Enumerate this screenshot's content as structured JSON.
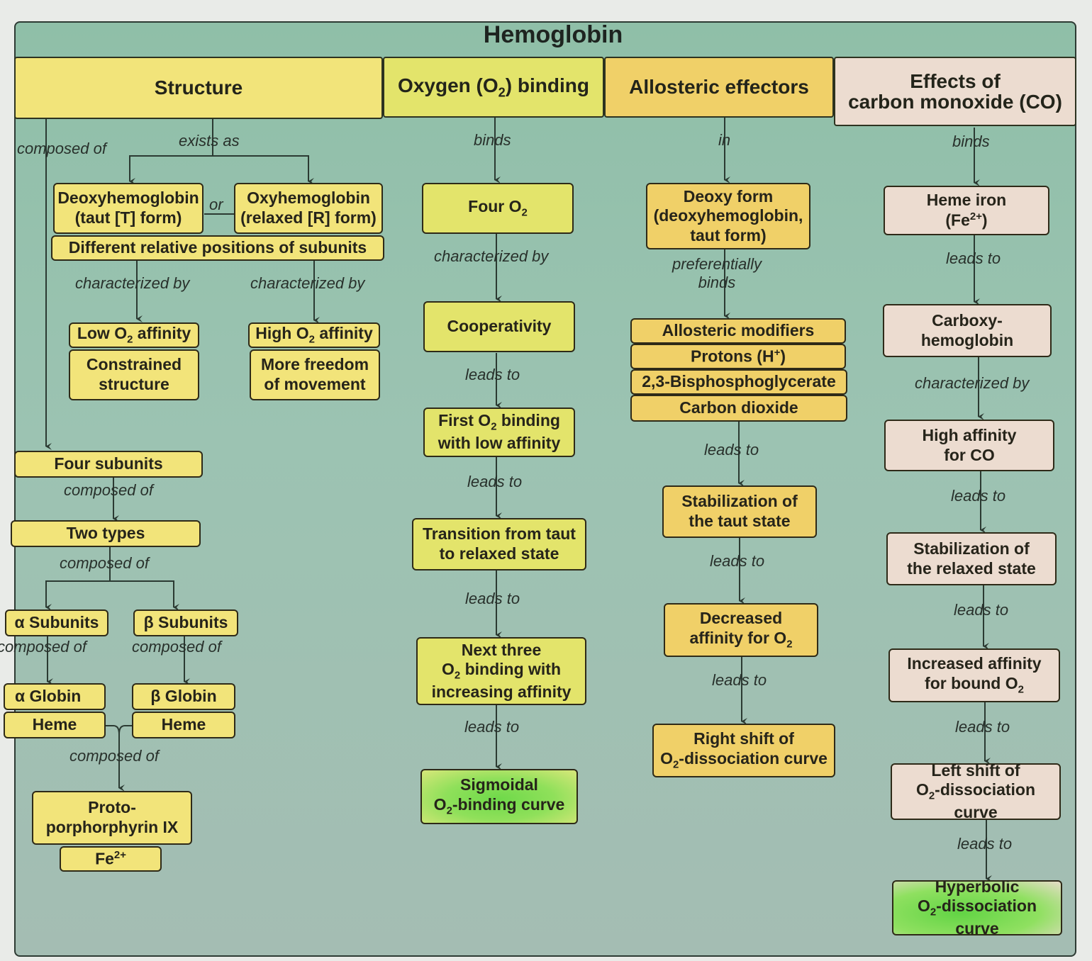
{
  "title": "Hemoglobin",
  "headers": {
    "structure": "Structure",
    "oxygen_binding": "Oxygen (O2) binding",
    "allosteric_effectors": "Allosteric effectors",
    "co_effects_line1": "Effects of",
    "co_effects_line2": "carbon monoxide (CO)"
  },
  "colors": {
    "panel": "#9cc3b2",
    "structure_yellow": "#f2e47a",
    "oxygen_green_yellow": "#e3e46b",
    "allosteric_gold": "#f0d068",
    "co_pink": "#ecdcd0",
    "highlight_green": "#6fd94a"
  },
  "structure": {
    "composed_of": "composed of",
    "exists_as": "exists as",
    "deoxy_line1": "Deoxyhemoglobin",
    "deoxy_line2": "(taut [T] form)",
    "or": "or",
    "oxy_line1": "Oxyhemoglobin",
    "oxy_line2": "(relaxed [R] form)",
    "different_positions": "Different relative positions of subunits",
    "characterized_by_left": "characterized by",
    "characterized_by_right": "characterized by",
    "low_affinity": "Low O2 affinity",
    "high_affinity": "High O2 affinity",
    "constrained_line1": "Constrained",
    "constrained_line2": "structure",
    "freedom_line1": "More freedom",
    "freedom_line2": "of movement",
    "four_subunits": "Four subunits",
    "composed_of_2": "composed of",
    "two_types": "Two types",
    "composed_of_3": "composed of",
    "alpha_subunits": "α Subunits",
    "beta_subunits": "β Subunits",
    "composed_of_alpha": "composed of",
    "composed_of_beta": "composed of",
    "alpha_globin": "α Globin",
    "beta_globin": "β Globin",
    "heme_left": "Heme",
    "heme_right": "Heme",
    "composed_of_heme": "composed of",
    "proto_line1": "Proto-",
    "proto_line2": "porphorphyrin IX",
    "fe": "Fe",
    "fe_charge": "2+"
  },
  "oxygen": {
    "binds": "binds",
    "four_o2": "Four O",
    "characterized_by": "characterized by",
    "cooperativity": "Cooperativity",
    "leads_to_1": "leads to",
    "first_line1": "First O",
    "first_line1b": " binding",
    "first_line2": "with low affinity",
    "leads_to_2": "leads to",
    "transition_line1": "Transition from taut",
    "transition_line2": "to relaxed state",
    "leads_to_3": "leads to",
    "next_line1": "Next three",
    "next_line2": " binding with",
    "next_line3": "increasing affinity",
    "leads_to_4": "leads to",
    "sigmoidal_line1": "Sigmoidal",
    "sigmoidal_line2": "-binding curve"
  },
  "allosteric": {
    "in": "in",
    "deoxy_line1": "Deoxy form",
    "deoxy_line2": "(deoxyhemoglobin,",
    "deoxy_line3": "taut form)",
    "preferentially_binds_1": "preferentially",
    "preferentially_binds_2": "binds",
    "modifiers": [
      "Allosteric modifiers",
      "Protons (H+)",
      "2,3-Bisphosphoglycerate",
      "Carbon dioxide"
    ],
    "leads_to_1": "leads to",
    "stabilization_line1": "Stabilization of",
    "stabilization_line2": "the taut state",
    "leads_to_2": "leads to",
    "decreased_line1": "Decreased",
    "decreased_line2": "affinity for O",
    "leads_to_3": "leads to",
    "right_shift_line1": "Right shift of",
    "right_shift_line2": "-dissociation curve"
  },
  "co": {
    "binds": "binds",
    "heme_iron_line1": "Heme iron",
    "heme_iron_line2": "(Fe",
    "heme_iron_charge": "2+",
    "leads_to_1": "leads to",
    "carboxy_line1": "Carboxy-",
    "carboxy_line2": "hemoglobin",
    "characterized_by": "characterized by",
    "high_co_line1": "High affinity",
    "high_co_line2": "for CO",
    "leads_to_2": "leads to",
    "relaxed_line1": "Stabilization of",
    "relaxed_line2": "the relaxed state",
    "leads_to_3": "leads to",
    "increased_line1": "Increased affinity",
    "increased_line2": "for bound O",
    "leads_to_4": "leads to",
    "left_shift_line1": "Left shift of",
    "left_shift_line2": "-dissociation curve",
    "leads_to_5": "leads to",
    "hyperbolic_line1": "Hyperbolic",
    "hyperbolic_line2": "-dissociation curve"
  },
  "common": {
    "o": "O",
    "sub2": "2"
  }
}
